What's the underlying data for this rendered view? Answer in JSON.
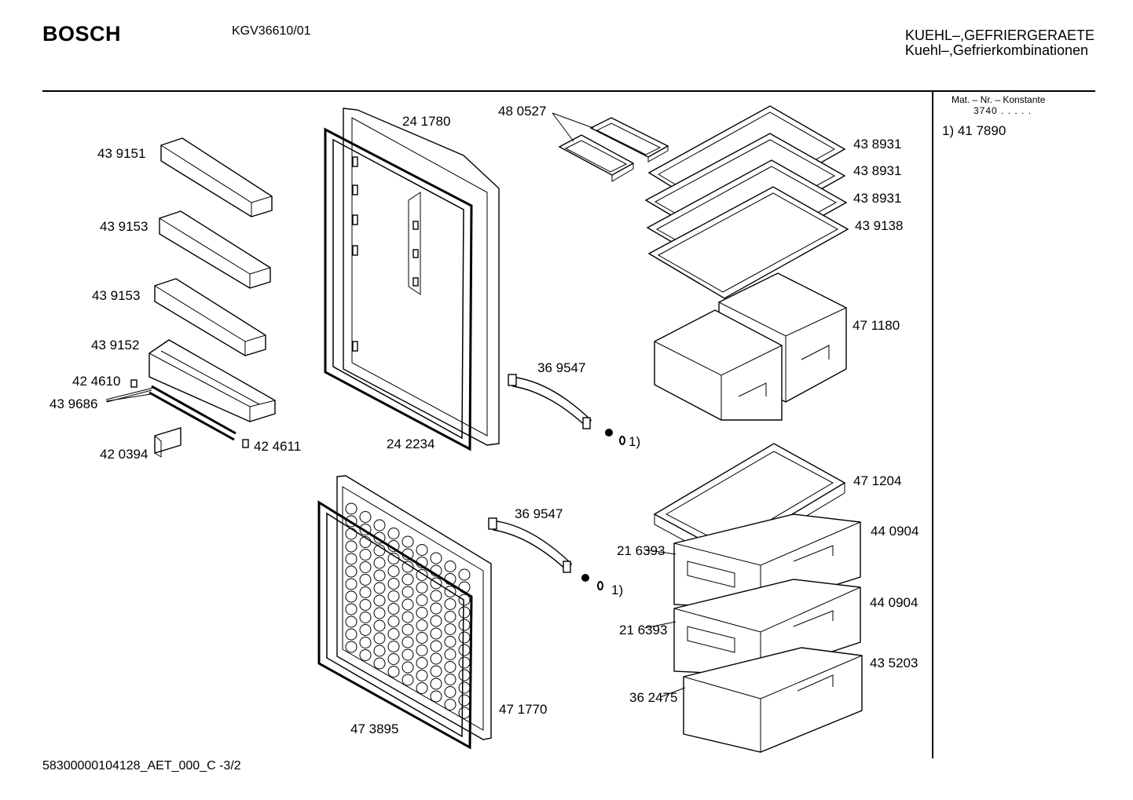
{
  "header": {
    "brand": "BOSCH",
    "model": "KGV36610/01",
    "category_line1": "KUEHL–,GEFRIERGERAETE",
    "category_line2": "Kuehl–,Gefrierkombinationen"
  },
  "sidebar": {
    "heading": "Mat. – Nr. – Konstante",
    "constant": "3740  .  .  .  .  .",
    "note": "1)  41 7890"
  },
  "footer": {
    "doc_id": "58300000104128_AET_000_C -3/2"
  },
  "labels": {
    "p439151": "43 9151",
    "p439153a": "43 9153",
    "p439153b": "43 9153",
    "p439152": "43 9152",
    "p424610": "42 4610",
    "p439686": "43 9686",
    "p420394": "42 0394",
    "p424611": "42 4611",
    "p241780": "24 1780",
    "p242234": "24 2234",
    "p480527": "48 0527",
    "p369547a": "36 9547",
    "p369547b": "36 9547",
    "note1a": "1)",
    "note1b": "1)",
    "p438931a": "43 8931",
    "p438931b": "43 8931",
    "p438931c": "43 8931",
    "p439138": "43 9138",
    "p471180": "47 1180",
    "p471204": "47 1204",
    "p440904a": "44 0904",
    "p440904b": "44 0904",
    "p216393a": "21 6393",
    "p216393b": "21 6393",
    "p435203": "43 5203",
    "p362475": "36 2475",
    "p473895": "47 3895",
    "p471770": "47 1770"
  }
}
